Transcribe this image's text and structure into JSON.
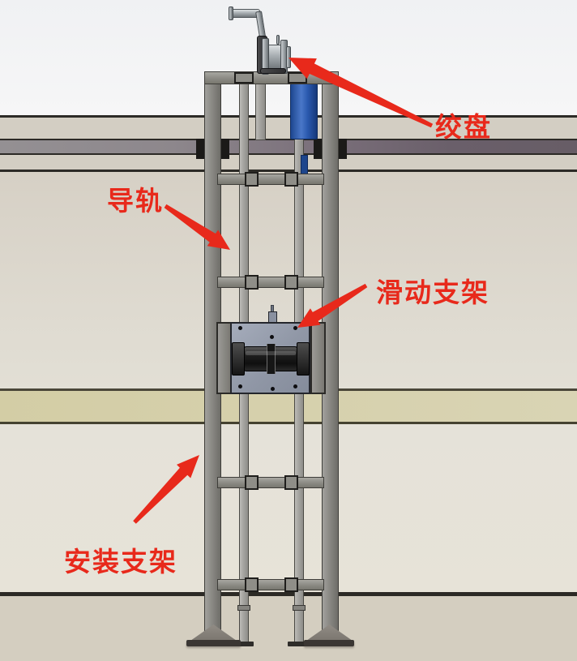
{
  "diagram": {
    "type": "annotated-cad-assembly",
    "labels": {
      "winch": "绞盘",
      "guide_rail": "导轨",
      "sliding_bracket": "滑动支架",
      "mounting_bracket": "安装支架"
    },
    "colors": {
      "annotation_red": "#e8291b",
      "actuator_blue": "#2a59ae",
      "bracket_plate_blue_gray": "#9097a6",
      "frame_gray": "#8a8984",
      "background_khaki": "#d3cda5"
    }
  }
}
